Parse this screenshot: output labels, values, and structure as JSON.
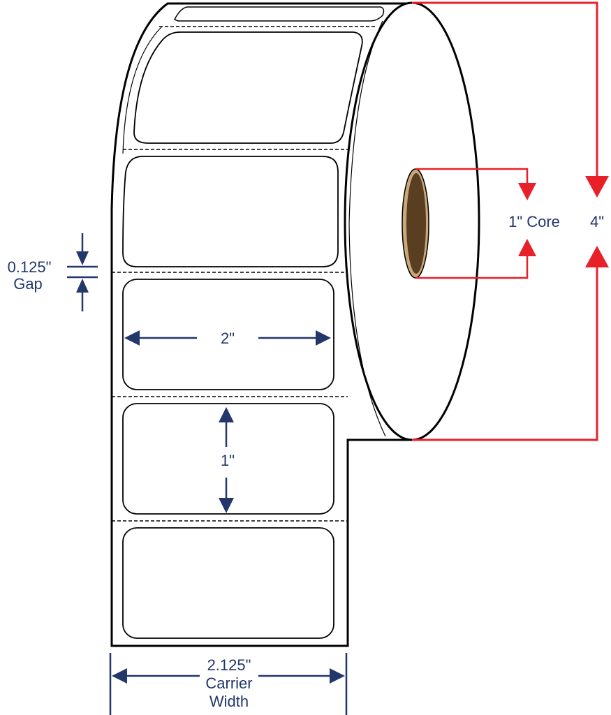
{
  "labels": {
    "gap_value": "0.125\"",
    "gap_word": "Gap",
    "label_width": "2\"",
    "label_height": "1\"",
    "core": "1\" Core",
    "roll_diameter": "4\"",
    "carrier_line1": "2.125\"",
    "carrier_line2": "Carrier",
    "carrier_line3": "Width"
  },
  "colors": {
    "outline": "#000000",
    "dimension_blue": "#22376a",
    "dimension_red": "#e8202a",
    "core_fill": "#5a3e22",
    "core_ring": "#c8a878"
  },
  "icons": {
    "arrowhead_blue": "triangle-arrow-icon",
    "arrowhead_red": "triangle-arrow-icon"
  }
}
